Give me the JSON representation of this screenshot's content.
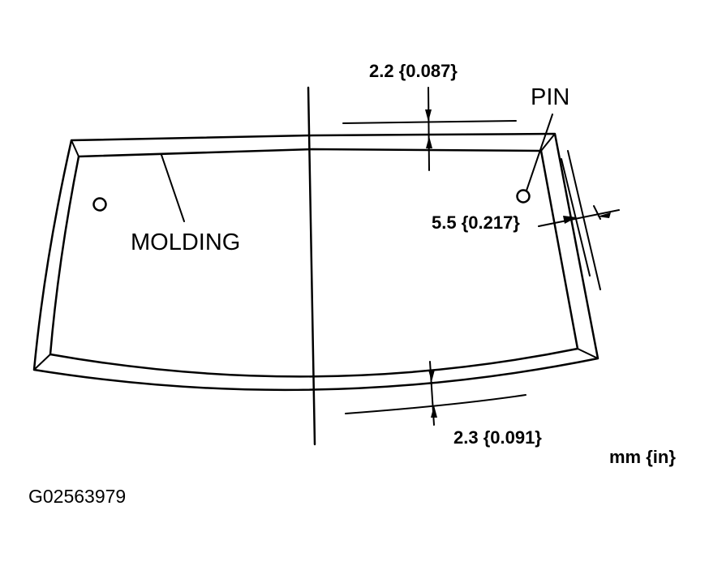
{
  "labels": {
    "pin": "PIN",
    "molding": "MOLDING",
    "top_gap": "2.2 {0.087}",
    "side_gap": "5.5 {0.217}",
    "bottom_gap": "2.3 {0.091}",
    "units": "mm {in}",
    "figure_code": "G02563979"
  }
}
